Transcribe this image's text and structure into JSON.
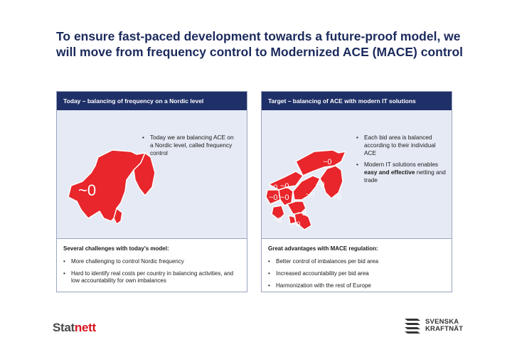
{
  "title": "To ensure fast-paced development towards a future-proof model, we will move from frequency control to Modernized ACE (MACE) control",
  "left_panel": {
    "header": "Today – balancing of frequency on a Nordic level",
    "map_label": "~0",
    "bullets": [
      "Today we are balancing ACE on a Nordic level, called frequency control"
    ],
    "subhead": "Several challenges with today's model:",
    "points": [
      "More challenging to control Nordic frequency",
      "Hard to identify real costs per country in balancing activities, and low accountability for own imbalances"
    ]
  },
  "right_panel": {
    "header": "Target – balancing of ACE with modern IT solutions",
    "map_label": "~0",
    "bullet1": "Each bid area is balanced according to their individual ACE",
    "bullet2_pre": "Modern IT solutions enables ",
    "bullet2_bold": "easy and effective",
    "bullet2_post": " netting and trade",
    "subhead": "Great advantages with MACE regulation:",
    "points": [
      "Better control of imbalances per bid area",
      "Increased accountability per bid area",
      "Harmonization with the rest of Europe"
    ]
  },
  "logos": {
    "statnett_a": "Stat",
    "statnett_b": "nett",
    "svk_line1": "SVENSKA",
    "svk_line2": "KRAFTNÄT"
  },
  "colors": {
    "header_bg": "#1f3068",
    "map_fill": "#e8262b",
    "panel_bg": "#e5eaf4",
    "title": "#1b2a5c"
  }
}
